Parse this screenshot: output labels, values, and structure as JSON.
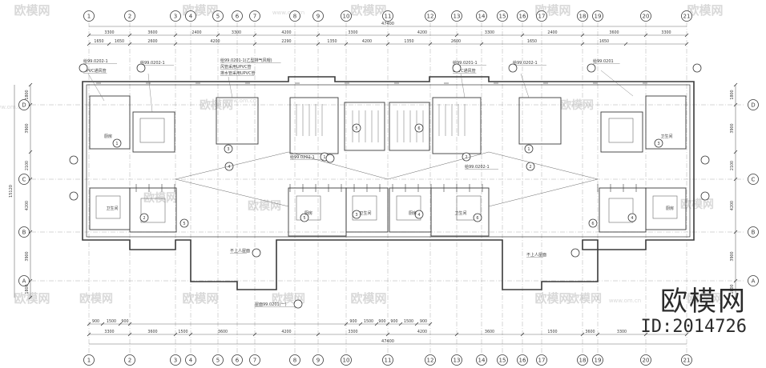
{
  "colors": {
    "ink": "#3a3a3a",
    "thin": "#6a6a6a",
    "watermark": "#d9d9d9",
    "brand": "#2b2b2b"
  },
  "axes": {
    "numbers": [
      "1",
      "2",
      "3",
      "4",
      "5",
      "6",
      "7",
      "8",
      "9",
      "10",
      "11",
      "12",
      "13",
      "14",
      "15",
      "16",
      "17",
      "18",
      "19",
      "20",
      "21"
    ],
    "letters": [
      "D",
      "C",
      "B",
      "A"
    ]
  },
  "dimensions": {
    "top_outer": [
      "3300",
      "3600",
      "2400",
      "3300",
      "4200",
      "3300",
      "4200",
      "3300",
      "2400",
      "3600",
      "3300"
    ],
    "top_inner": [
      "1650",
      "1650",
      "2600",
      "4200",
      "2290",
      "1350",
      "4200",
      "1350",
      "2600",
      "1650",
      "1650"
    ],
    "total": "47400",
    "bottom_inner": [
      "900",
      "1500",
      "900",
      "900",
      "1500",
      "900",
      "900",
      "1500",
      "900"
    ],
    "bottom_outer": [
      "3300",
      "3600",
      "1500",
      "3600",
      "4200",
      "3300",
      "4200",
      "3600",
      "1500",
      "3600",
      "3300"
    ],
    "left_side": [
      "1800",
      "3900",
      "2100",
      "4200",
      "3900",
      "1800"
    ],
    "left_total": "15120"
  },
  "annotations": [
    "给99.0202-1",
    "UPVC通风管",
    "给99.0202-1",
    "给99.0201-1(乙型排气风帽)",
    "风管采用UPVC管",
    "排水管采用UPVC管",
    "给99.0201-1",
    "UPVC通风管",
    "给99.0202-1",
    "给99.0201",
    "不上人屋面",
    "不上人屋面",
    "屋面99.0201(一)",
    "给99.0202-1",
    "给99.0202-1"
  ],
  "rooms": [
    "厨房",
    "卫生间",
    "厨房",
    "卫生间",
    "厨房",
    "卫生间",
    "厨房",
    "卫生间"
  ],
  "watermark": {
    "text": "欧模网",
    "site": "www.om.cn"
  },
  "brand": {
    "logo": "欧模网",
    "id": "ID:2014726"
  }
}
